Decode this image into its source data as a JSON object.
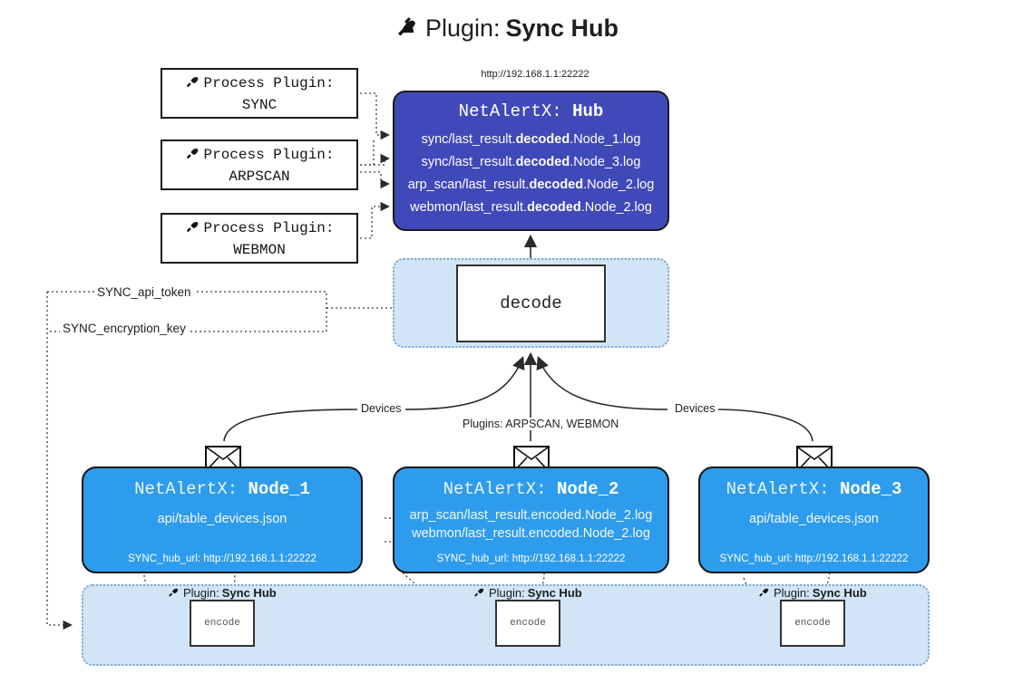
{
  "title": {
    "icon": "plug-icon",
    "prefix": "Plugin: ",
    "name": "Sync Hub"
  },
  "hub": {
    "url_label": "http://192.168.1.1:22222",
    "title_prefix": "NetAlertX: ",
    "title_name": "Hub",
    "logs": [
      {
        "pre": "sync/last_result.",
        "em": "decoded",
        "post": ".Node_1.log"
      },
      {
        "pre": "sync/last_result.",
        "em": "decoded",
        "post": ".Node_3.log"
      },
      {
        "pre": "arp_scan/last_result.",
        "em": "decoded",
        "post": ".Node_2.log"
      },
      {
        "pre": "webmon/last_result.",
        "em": "decoded",
        "post": ".Node_2.log"
      }
    ]
  },
  "process_plugins": [
    {
      "icon": "plug-icon",
      "line1": "Process Plugin:",
      "line2": "SYNC"
    },
    {
      "icon": "plug-icon",
      "line1": "Process Plugin:",
      "line2": "ARPSCAN"
    },
    {
      "icon": "plug-icon",
      "line1": "Process Plugin:",
      "line2": "WEBMON"
    }
  ],
  "decode": {
    "label": "decode"
  },
  "credentials": [
    {
      "label": "SYNC_api_token"
    },
    {
      "label": "SYNC_encryption_key"
    }
  ],
  "edge_labels": {
    "devices_left": "Devices",
    "plugins_center": "Plugins: ARPSCAN, WEBMON",
    "devices_right": "Devices"
  },
  "nodes": [
    {
      "title_prefix": "NetAlertX: ",
      "title_name": "Node_1",
      "lines": [
        "api/table_devices.json"
      ],
      "url": "SYNC_hub_url: http://192.168.1.1:22222",
      "envelope": "envelope-icon"
    },
    {
      "title_prefix": "NetAlertX: ",
      "title_name": "Node_2",
      "lines": [
        "arp_scan/last_result.encoded.Node_2.log",
        "webmon/last_result.encoded.Node_2.log"
      ],
      "url": "SYNC_hub_url: http://192.168.1.1:22222",
      "envelope": "envelope-icon"
    },
    {
      "title_prefix": "NetAlertX: ",
      "title_name": "Node_3",
      "lines": [
        "api/table_devices.json"
      ],
      "url": "SYNC_hub_url: http://192.168.1.1:22222",
      "envelope": "envelope-icon"
    }
  ],
  "encoders": [
    {
      "icon": "plug-icon",
      "caption_prefix": "Plugin: ",
      "caption_name": "Sync Hub",
      "label": "encode"
    },
    {
      "icon": "plug-icon",
      "caption_prefix": "Plugin: ",
      "caption_name": "Sync Hub",
      "label": "encode"
    },
    {
      "icon": "plug-icon",
      "caption_prefix": "Plugin: ",
      "caption_name": "Sync Hub",
      "label": "encode"
    }
  ],
  "colors": {
    "hub_fill": "#4049b8",
    "node_fill": "#2e9ced",
    "container_fill": "#d2e5f7",
    "container_border": "#7aa7cf",
    "page_bg": "#ffffff"
  }
}
